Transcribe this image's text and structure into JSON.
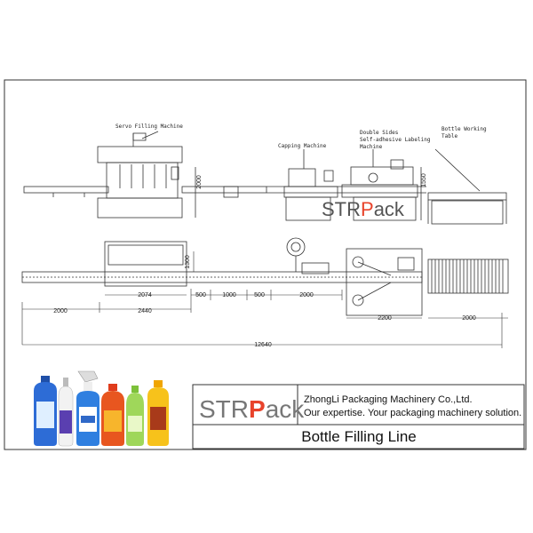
{
  "machines": {
    "servo_filling": "Servo Filling Machine",
    "capping": "Capping Machine",
    "labeling_line1": "Double Sides",
    "labeling_line2": "Self-adhesive Labeling",
    "labeling_line3": "Machine",
    "table_line1": "Bottle Working",
    "table_line2": "Table"
  },
  "dimensions": {
    "d2000_infeed": "2000",
    "d2440": "2440",
    "d2074": "2074",
    "d500_a": "500",
    "d1000": "1000",
    "d500_b": "500",
    "d2000_mid": "2000",
    "d2200": "2200",
    "d2000_table": "2000",
    "total": "12640",
    "h2000": "2000",
    "h1550": "1550",
    "h1300": "1300"
  },
  "watermark": {
    "str": "STR",
    "p": "P",
    "ack": "ack"
  },
  "logo": {
    "str": "STR",
    "p": "P",
    "ack": "ack"
  },
  "company": {
    "name": "ZhongLi Packaging Machinery Co.,Ltd.",
    "slogan": "Our expertise. Your packaging machinery solution."
  },
  "title": "Bottle Filling Line",
  "colors": {
    "logo_red": "#e8432b",
    "logo_grey": "#777777",
    "line": "#333333"
  }
}
